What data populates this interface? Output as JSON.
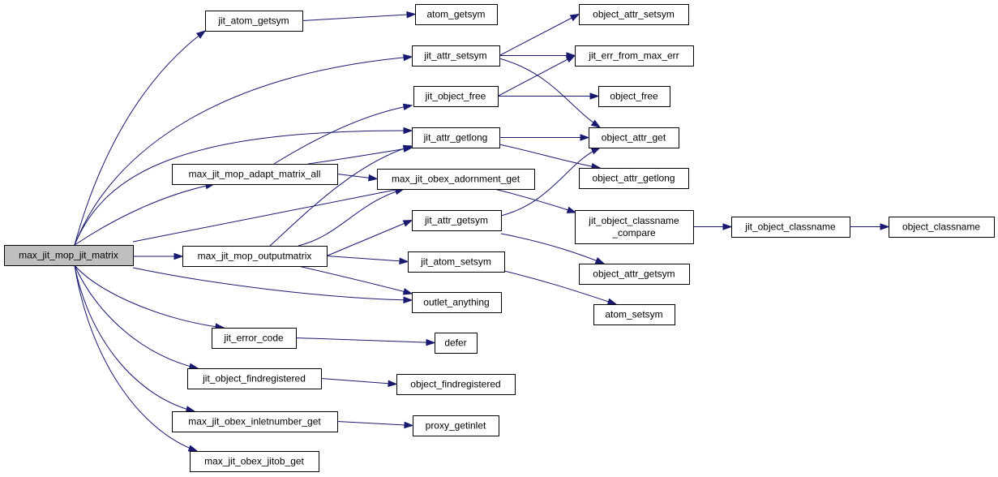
{
  "graph": {
    "direction": "left-to-right",
    "colors": {
      "edge": "#191970",
      "node_border": "#000000",
      "node_fill": "#ffffff",
      "root_fill": "#bfbfbf",
      "text": "#000000"
    },
    "nodes": [
      {
        "id": "max_jit_mop_jit_matrix",
        "lines": [
          "max_jit_mop_jit_matrix"
        ],
        "root": true
      },
      {
        "id": "jit_atom_getsym",
        "lines": [
          "jit_atom_getsym"
        ]
      },
      {
        "id": "jit_attr_setsym",
        "lines": [
          "jit_attr_setsym"
        ]
      },
      {
        "id": "jit_attr_getlong",
        "lines": [
          "jit_attr_getlong"
        ]
      },
      {
        "id": "max_jit_mop_adapt_matrix_all",
        "lines": [
          "max_jit_mop_adapt_matrix_all"
        ]
      },
      {
        "id": "max_jit_obex_adornment_get",
        "lines": [
          "max_jit_obex_adornment_get"
        ]
      },
      {
        "id": "max_jit_mop_outputmatrix",
        "lines": [
          "max_jit_mop_outputmatrix"
        ]
      },
      {
        "id": "outlet_anything",
        "lines": [
          "outlet_anything"
        ]
      },
      {
        "id": "jit_error_code",
        "lines": [
          "jit_error_code"
        ]
      },
      {
        "id": "jit_object_findregistered",
        "lines": [
          "jit_object_findregistered"
        ]
      },
      {
        "id": "max_jit_obex_inletnumber_get",
        "lines": [
          "max_jit_obex_inletnumber_get"
        ]
      },
      {
        "id": "max_jit_obex_jitob_get",
        "lines": [
          "max_jit_obex_jitob_get"
        ]
      },
      {
        "id": "atom_getsym",
        "lines": [
          "atom_getsym"
        ]
      },
      {
        "id": "jit_object_free",
        "lines": [
          "jit_object_free"
        ]
      },
      {
        "id": "jit_attr_getsym",
        "lines": [
          "jit_attr_getsym"
        ]
      },
      {
        "id": "jit_atom_setsym",
        "lines": [
          "jit_atom_setsym"
        ]
      },
      {
        "id": "defer",
        "lines": [
          "defer"
        ]
      },
      {
        "id": "object_findregistered",
        "lines": [
          "object_findregistered"
        ]
      },
      {
        "id": "proxy_getinlet",
        "lines": [
          "proxy_getinlet"
        ]
      },
      {
        "id": "object_attr_setsym",
        "lines": [
          "object_attr_setsym"
        ]
      },
      {
        "id": "jit_err_from_max_err",
        "lines": [
          "jit_err_from_max_err"
        ]
      },
      {
        "id": "object_free",
        "lines": [
          "object_free"
        ]
      },
      {
        "id": "object_attr_get",
        "lines": [
          "object_attr_get"
        ]
      },
      {
        "id": "object_attr_getlong",
        "lines": [
          "object_attr_getlong"
        ]
      },
      {
        "id": "jit_object_classname_compare",
        "lines": [
          "jit_object_classname",
          "_compare"
        ]
      },
      {
        "id": "object_attr_getsym",
        "lines": [
          "object_attr_getsym"
        ]
      },
      {
        "id": "atom_setsym",
        "lines": [
          "atom_setsym"
        ]
      },
      {
        "id": "jit_object_classname",
        "lines": [
          "jit_object_classname"
        ]
      },
      {
        "id": "object_classname",
        "lines": [
          "object_classname"
        ]
      }
    ],
    "edges": [
      [
        "max_jit_mop_jit_matrix",
        "jit_atom_getsym"
      ],
      [
        "max_jit_mop_jit_matrix",
        "jit_attr_setsym"
      ],
      [
        "max_jit_mop_jit_matrix",
        "jit_attr_getlong"
      ],
      [
        "max_jit_mop_jit_matrix",
        "max_jit_mop_adapt_matrix_all"
      ],
      [
        "max_jit_mop_jit_matrix",
        "max_jit_obex_adornment_get"
      ],
      [
        "max_jit_mop_jit_matrix",
        "max_jit_mop_outputmatrix"
      ],
      [
        "max_jit_mop_jit_matrix",
        "outlet_anything"
      ],
      [
        "max_jit_mop_jit_matrix",
        "jit_error_code"
      ],
      [
        "max_jit_mop_jit_matrix",
        "jit_object_findregistered"
      ],
      [
        "max_jit_mop_jit_matrix",
        "max_jit_obex_inletnumber_get"
      ],
      [
        "max_jit_mop_jit_matrix",
        "max_jit_obex_jitob_get"
      ],
      [
        "jit_atom_getsym",
        "atom_getsym"
      ],
      [
        "jit_attr_setsym",
        "object_attr_setsym"
      ],
      [
        "jit_attr_setsym",
        "jit_err_from_max_err"
      ],
      [
        "jit_attr_setsym",
        "object_attr_get"
      ],
      [
        "jit_object_free",
        "jit_err_from_max_err"
      ],
      [
        "jit_object_free",
        "object_free"
      ],
      [
        "jit_attr_getlong",
        "object_attr_get"
      ],
      [
        "jit_attr_getlong",
        "object_attr_getlong"
      ],
      [
        "max_jit_mop_adapt_matrix_all",
        "jit_object_free"
      ],
      [
        "max_jit_mop_adapt_matrix_all",
        "jit_attr_getlong"
      ],
      [
        "max_jit_mop_adapt_matrix_all",
        "max_jit_obex_adornment_get"
      ],
      [
        "max_jit_obex_adornment_get",
        "jit_object_classname_compare"
      ],
      [
        "max_jit_mop_outputmatrix",
        "jit_attr_getlong"
      ],
      [
        "max_jit_mop_outputmatrix",
        "max_jit_obex_adornment_get"
      ],
      [
        "max_jit_mop_outputmatrix",
        "jit_attr_getsym"
      ],
      [
        "max_jit_mop_outputmatrix",
        "jit_atom_setsym"
      ],
      [
        "max_jit_mop_outputmatrix",
        "outlet_anything"
      ],
      [
        "jit_attr_getsym",
        "object_attr_get"
      ],
      [
        "jit_attr_getsym",
        "object_attr_getsym"
      ],
      [
        "jit_atom_setsym",
        "atom_setsym"
      ],
      [
        "jit_error_code",
        "defer"
      ],
      [
        "jit_object_findregistered",
        "object_findregistered"
      ],
      [
        "max_jit_obex_inletnumber_get",
        "proxy_getinlet"
      ],
      [
        "jit_object_classname_compare",
        "jit_object_classname"
      ],
      [
        "jit_object_classname",
        "object_classname"
      ]
    ]
  }
}
